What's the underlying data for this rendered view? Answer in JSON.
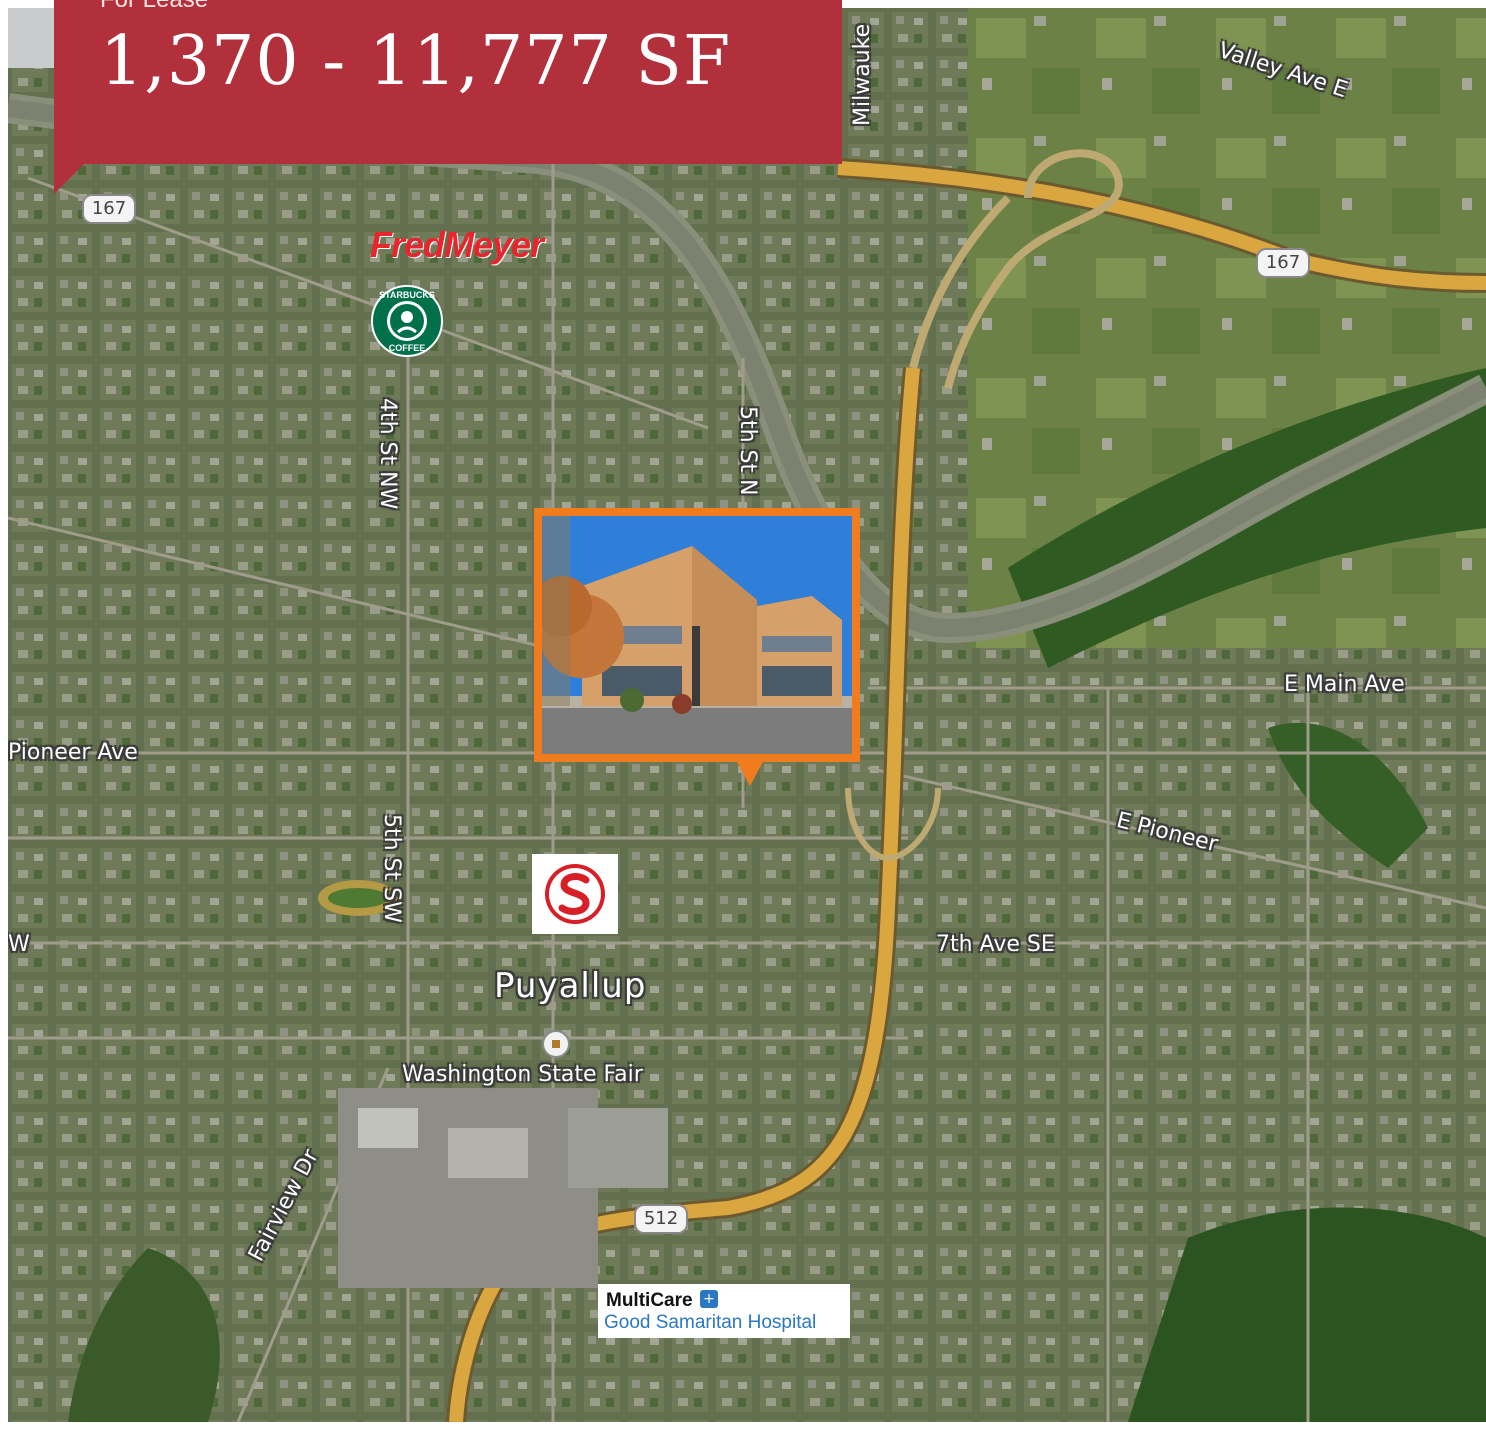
{
  "banner": {
    "subtitle": "For Lease",
    "title": "1,370 - 11,777 SF"
  },
  "labels": {
    "valley_ave": "Valley Ave E",
    "milwaukee": "Milwauke",
    "fourth_st_nw": "4th St NW",
    "fifth_st_n": "5th St N",
    "pioneer_ave": "Pioneer Ave",
    "e_main_ave": "E Main Ave",
    "e_pioneer": "E Pioneer",
    "fifth_st_sw": "5th St SW",
    "seventh_ave_se": "7th Ave SE",
    "w_fragment": "W",
    "puyallup": "Puyallup",
    "washington_state_fair": "Washington State Fair",
    "fairview_dr": "Fairview Dr"
  },
  "shields": {
    "hwy167_west": "167",
    "hwy167_east": "167",
    "hwy512": "512"
  },
  "logos": {
    "fred_meyer": "FredMeyer",
    "starbucks": "Starbucks Coffee",
    "starbucks_top": "STARBUCKS",
    "starbucks_bottom": "COFFEE",
    "multicare_line1": "MultiCare",
    "multicare_line2": "Good Samaritan Hospital"
  },
  "colors": {
    "banner": "#b1303b",
    "photo_frame": "#f07c1e",
    "highway": "#d9a640",
    "fred_meyer": "#e8242c",
    "starbucks": "#00704a",
    "safeway": "#d81f26",
    "multicare": "#2a78c4"
  }
}
